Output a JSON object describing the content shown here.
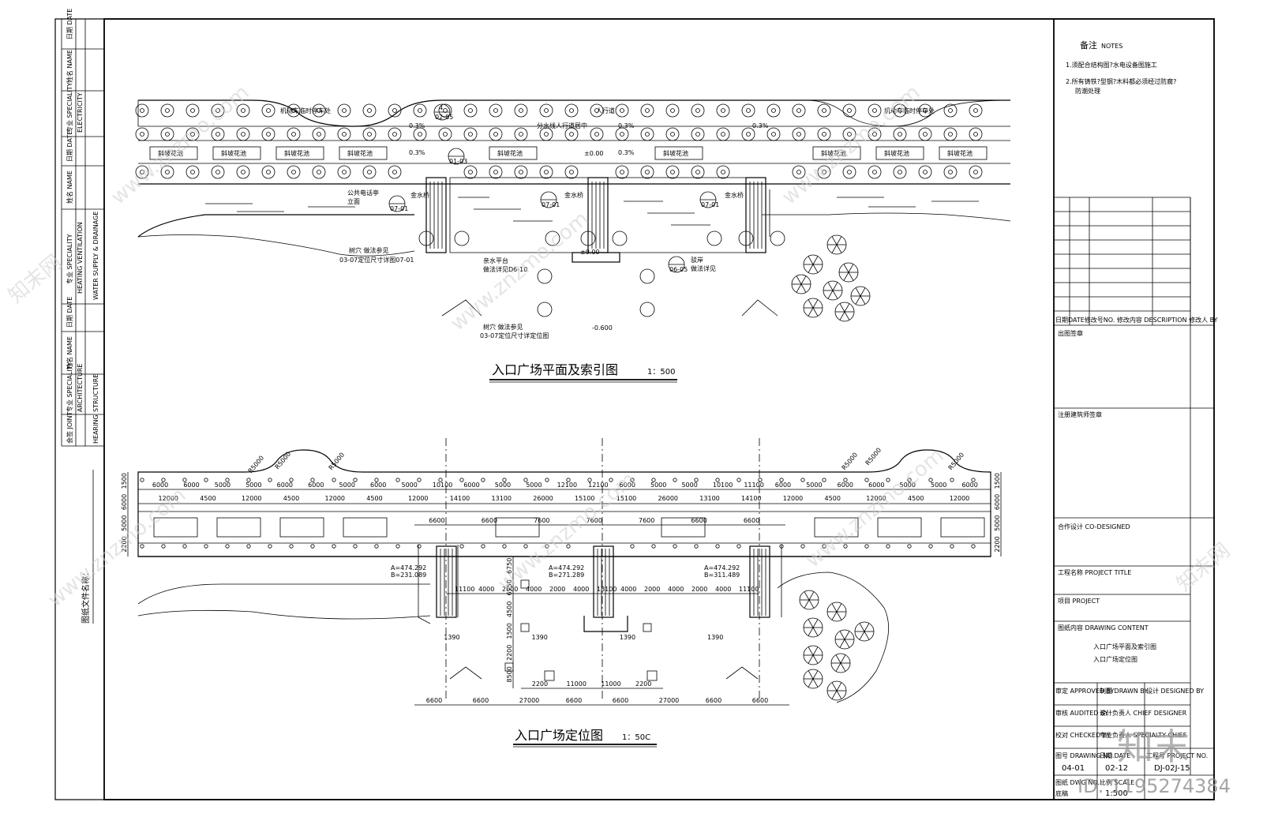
{
  "plan": {
    "title": "入口广场平面及索引图",
    "scale": "1：500",
    "parking_left": "机动车临时停车处",
    "parking_right": "机动车临时停车处",
    "sidewalk": "人行道",
    "waterline": "分水线人行道居中",
    "slope": "0.3%",
    "level_zero": "±0.00",
    "level_low": "-0.600",
    "planter": "斜坡花池",
    "bridge": "金水桥",
    "ref_square_1": "公共电话亭",
    "ref_square_2": "立面",
    "ref_water": "亲水平台",
    "ref_water_note": "做法详见D6-10",
    "ref_revet": "驳岸",
    "ref_revet_note": "做法详见",
    "ref_tree_1": "树穴  做法参见",
    "ref_tree_1_note": "03-07定位尺寸详图07-01",
    "ref_tree_2": "树穴  做法参见",
    "ref_tree_2_note": "03-07定位尺寸详定位图",
    "bubble_labels": [
      "4",
      "02-05",
      "01-03",
      "07-01",
      "07-01",
      "07-01",
      "06-05"
    ],
    "index_bubble": "—"
  },
  "location": {
    "title": "入口广场定位图",
    "scale": "1：50C",
    "dims_top": [
      "6000",
      "6000",
      "5000",
      "5000",
      "6000",
      "6000",
      "5000",
      "6000",
      "5000",
      "10100",
      "6000",
      "5000",
      "5000",
      "12100",
      "12100",
      "6000",
      "5000",
      "5000",
      "10100",
      "11100",
      "6000",
      "5000",
      "6000",
      "6000",
      "5000",
      "5000",
      "6000"
    ],
    "dims_row2": [
      "12000",
      "4500",
      "12000",
      "4500",
      "12000",
      "4500",
      "12000",
      "14100",
      "13100",
      "26000",
      "15100",
      "15100",
      "26000",
      "13100",
      "14100",
      "12000",
      "4500",
      "12000",
      "4500",
      "12000"
    ],
    "dims_row3": [
      "6600",
      "6600",
      "7600",
      "7600",
      "7600",
      "6600",
      "6600"
    ],
    "dims_mid": [
      "11100",
      "4000",
      "2000",
      "4000",
      "2000",
      "4000",
      "13100",
      "4000",
      "2000",
      "4000",
      "2000",
      "4000",
      "11100"
    ],
    "dims_bottom": [
      "6600",
      "6600",
      "27000",
      "6600",
      "6600",
      "27000",
      "6600",
      "6600"
    ],
    "dims_low": [
      "2200",
      "11000",
      "11000",
      "2200"
    ],
    "dims_side_left": [
      "1500",
      "6000",
      "5000",
      "2200"
    ],
    "dims_side_right": [
      "1500",
      "6000",
      "5000",
      "2200"
    ],
    "dims_v_center": [
      "6750",
      "6750",
      "4500",
      "1500",
      "2200",
      "8500"
    ],
    "dims_bridge_foot": [
      "1390",
      "1390",
      "1390",
      "1390"
    ],
    "radius": [
      "R5000",
      "R5000",
      "R5000",
      "R5000",
      "R5000",
      "R5000"
    ],
    "arc_a1": "A=474.292",
    "arc_b1": "B=231.089",
    "arc_a2": "A=474.292",
    "arc_b2": "B=271.289",
    "arc_a3": "A=474.292",
    "arc_b3": "B=311.489"
  },
  "left_strip": {
    "headers": [
      "日期\nDATE",
      "姓名\nNAME",
      "专业\nSPECIALITY\nELECTRICITY",
      "日期\nDATE",
      "姓名\nNAME",
      "专业\nSPECIALITY\nHEATING VENTILATION\nWATER SUPPLY & DRAINAGE",
      "日期\nDATE",
      "姓名\nNAME",
      "专业\nSPECIALITY\nARCHITECTURE\nSTRUCTURE",
      "会签\nJOINT\nHEARING"
    ],
    "filing": "图纸文件名称："
  },
  "title_block": {
    "notes_title": "备注",
    "notes_title_en": "NOTES",
    "note_1": "1.须配合结构图?水电设备图施工",
    "note_2": "2.所有铸铁?型钢?木料都必须经过防腐?",
    "note_2b": "防潮处理",
    "rev_header": "日期DATE修改号NO.  修改内容 DESCRIPTION   修改人 BY",
    "issue_stamp": "出图签章",
    "reg_stamp": "注册建筑师签章",
    "cooperation": "合作设计 CO-DESIGNED",
    "project_title": "工程名称 PROJECT TITLE",
    "project": "项目 PROJECT",
    "drawing_title": "图纸内容 DRAWING CONTENT",
    "drawing_content_1": "入口广场平面及索引图",
    "drawing_content_2": "入口广场定位图",
    "approved": "审定 APPROVED BY",
    "drawn": "制图 DRAWN BY",
    "designed": "设计 DESIGNED BY",
    "audited": "审核 AUDITED BY",
    "chief": "设计负责人 CHIEF DESIGNER",
    "checked": "校对 CHECKED BY",
    "specialty": "专业负责人 SPECIALTY CHIEF",
    "drawing_no_label": "图号 DRAWING NO.",
    "drawing_no": "04-01",
    "date_label": "日期 DATE",
    "date": "02-12",
    "project_no_label": "工程号 PROJECT NO.",
    "project_no": "DJ-02J-15",
    "scale_label": "比例 SCALE",
    "scale": "1:500",
    "file_label": "图纸 DWG NO.",
    "file_label2": "底稿"
  },
  "watermark": {
    "site": "www.znzmo.com",
    "brand": "知末网",
    "logo": "知末",
    "id": "ID: 1195274384"
  }
}
